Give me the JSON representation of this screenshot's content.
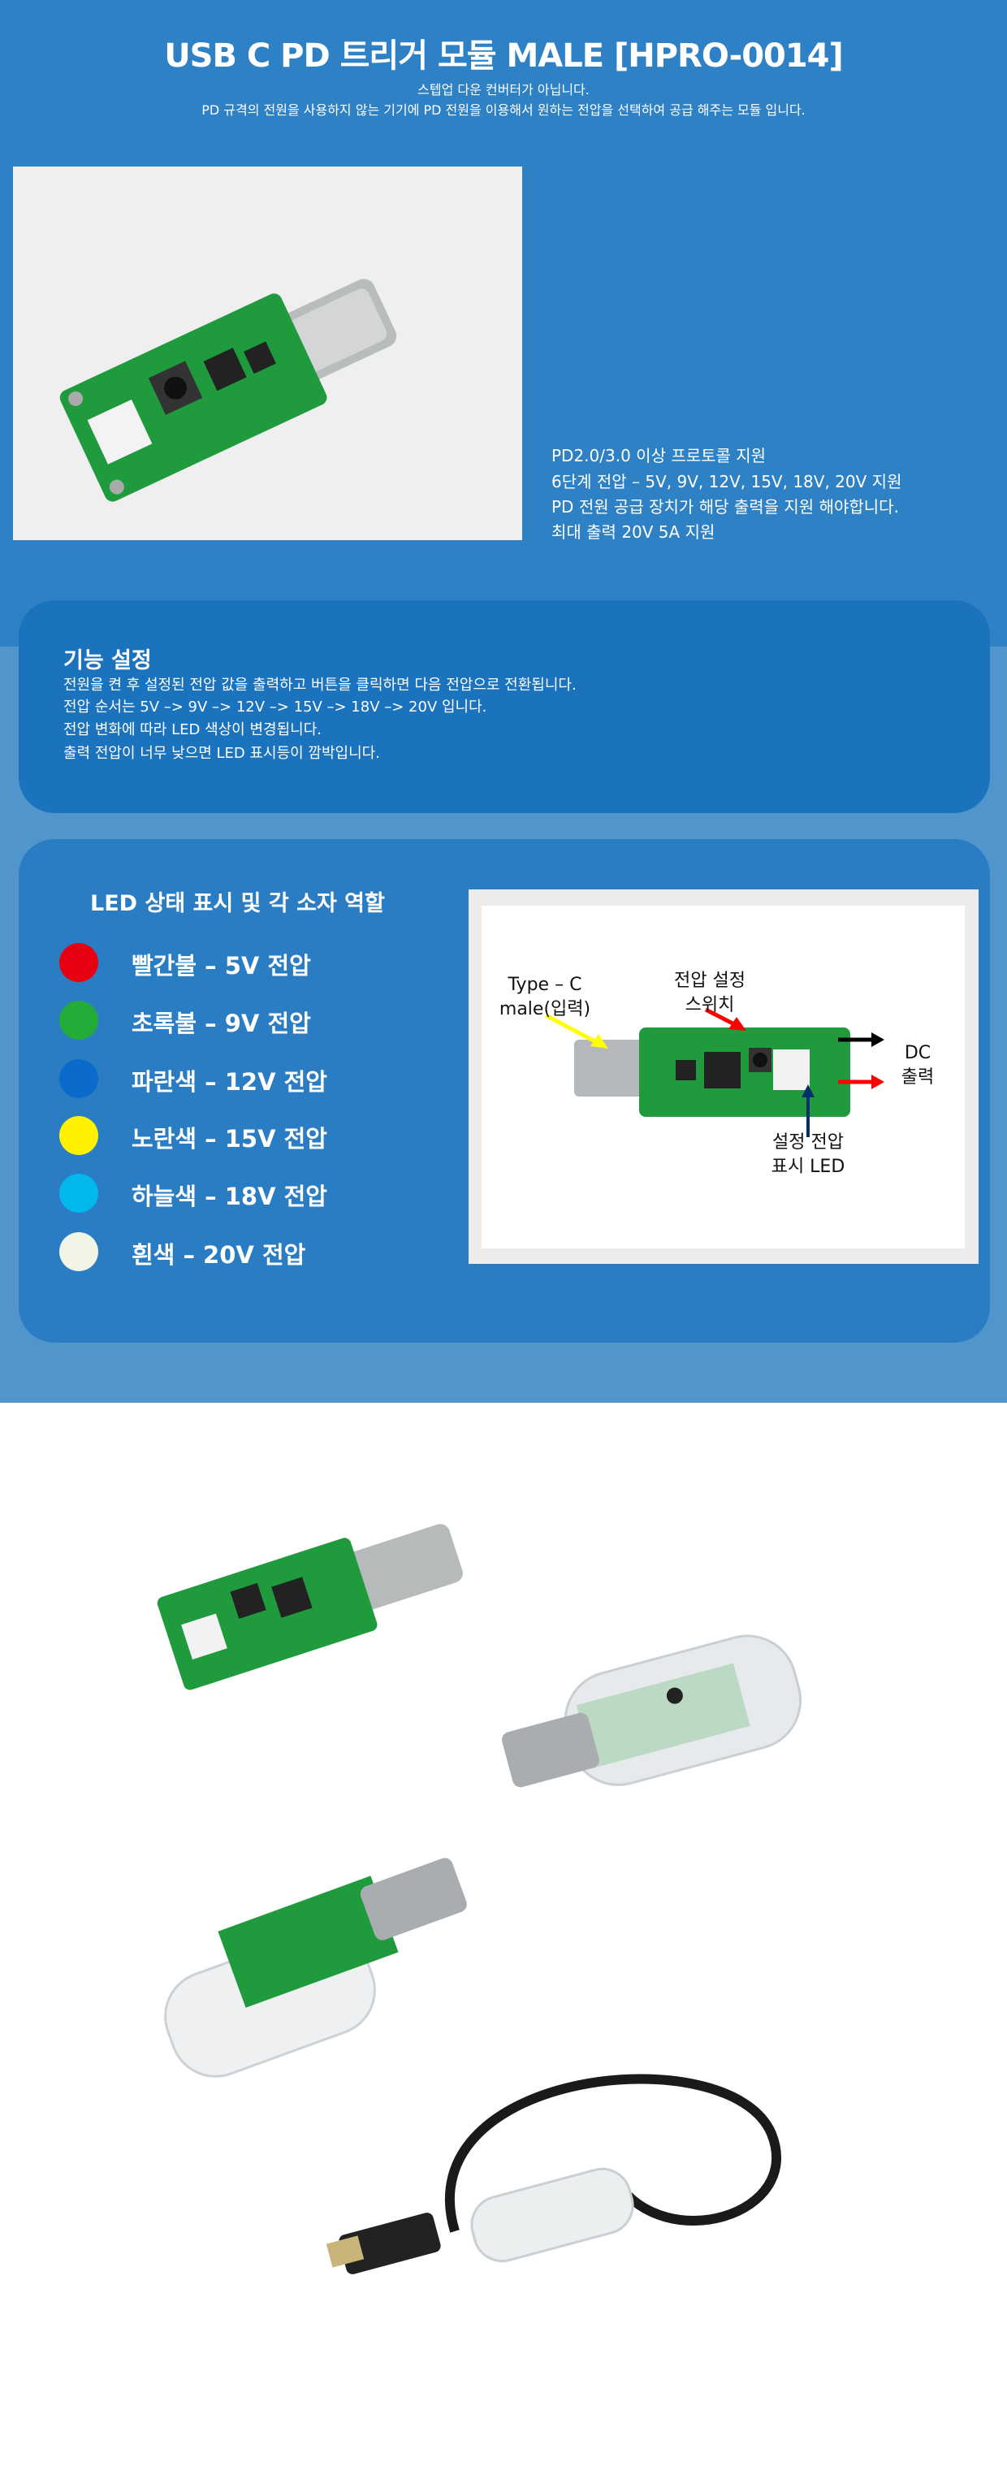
{
  "header": {
    "title": "USB C PD 트리거 모듈 MALE [HPRO-0014]",
    "subtitle_lines": [
      "스텝업 다운 컨버터가 아닙니다.",
      "PD 규격의 전원을 사용하지 않는 기기에 PD 전원을 이용해서 원하는 전압을 선택하여 공급 해주는 모듈 입니다."
    ]
  },
  "features": [
    "PD2.0/3.0 이상 프로토콜 지원",
    "6단계 전압 – 5V, 9V, 12V, 15V, 18V, 20V 지원",
    "PD 전원 공급 장치가 해당 출력을 지원 해야합니다.",
    "최대 출력 20V 5A 지원"
  ],
  "function_card": {
    "title": "기능 설정",
    "lines": [
      "전원을 켠 후 설정된 전압 값을 출력하고 버튼을 클릭하면 다음 전압으로 전환됩니다.",
      "전압 순서는 5V –> 9V –> 12V –> 15V –> 18V –> 20V 입니다.",
      "전압 변화에 따라 LED 색상이 변경됩니다.",
      "출력 전압이 너무 낮으면 LED 표시등이 깜박입니다."
    ]
  },
  "led_card": {
    "title": "LED 상태 표시 및 각 소자 역할",
    "items": [
      {
        "label": "빨간불 – 5V 전압",
        "color": "#e60012"
      },
      {
        "label": "초록불 – 9V 전압",
        "color": "#22ac38"
      },
      {
        "label": "파란색 – 12V 전압",
        "color": "#0b6bcb"
      },
      {
        "label": "노란색 – 15V 전압",
        "color": "#fff100"
      },
      {
        "label": "하늘색 – 18V 전압",
        "color": "#00b7ee"
      },
      {
        "label": "흰색 – 20V 전압",
        "color": "#f2f5e6"
      }
    ],
    "diagram": {
      "input_label": [
        "Type – C",
        "male(입력)"
      ],
      "switch_label": [
        "전압 설정",
        "스위치"
      ],
      "output_label": [
        "DC",
        "출력"
      ],
      "led_label": [
        "설정 전압",
        "표시 LED"
      ]
    }
  },
  "colors": {
    "top_bg": "#2e81c5",
    "mid_bg": "#5096cd",
    "card1": "#1b72bd",
    "card2": "#2a7dc3",
    "pcb": "#1f9a3c"
  }
}
